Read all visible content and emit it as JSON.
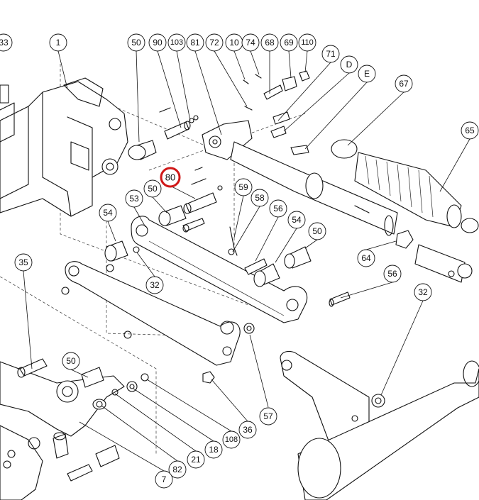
{
  "callouts": [
    {
      "id": "c33a",
      "label": "33"
    },
    {
      "id": "c1",
      "label": "1"
    },
    {
      "id": "c50a",
      "label": "50"
    },
    {
      "id": "c90",
      "label": "90"
    },
    {
      "id": "c103",
      "label": "103"
    },
    {
      "id": "c81",
      "label": "81"
    },
    {
      "id": "c72",
      "label": "72"
    },
    {
      "id": "c10",
      "label": "10"
    },
    {
      "id": "c74",
      "label": "74"
    },
    {
      "id": "c68",
      "label": "68"
    },
    {
      "id": "c69",
      "label": "69"
    },
    {
      "id": "c110",
      "label": "110"
    },
    {
      "id": "c71",
      "label": "71"
    },
    {
      "id": "cD",
      "label": "D"
    },
    {
      "id": "cE",
      "label": "E"
    },
    {
      "id": "c67",
      "label": "67"
    },
    {
      "id": "c65",
      "label": "65"
    },
    {
      "id": "c80",
      "label": "80",
      "highlight": true
    },
    {
      "id": "c50b",
      "label": "50"
    },
    {
      "id": "c59",
      "label": "59"
    },
    {
      "id": "c53",
      "label": "53"
    },
    {
      "id": "c58",
      "label": "58"
    },
    {
      "id": "c56a",
      "label": "56"
    },
    {
      "id": "c54a",
      "label": "54"
    },
    {
      "id": "c54b",
      "label": "54"
    },
    {
      "id": "c50c",
      "label": "50"
    },
    {
      "id": "c64",
      "label": "64"
    },
    {
      "id": "c56b",
      "label": "56"
    },
    {
      "id": "c32a",
      "label": "32"
    },
    {
      "id": "c35",
      "label": "35"
    },
    {
      "id": "c32b",
      "label": "32"
    },
    {
      "id": "c50d",
      "label": "50"
    },
    {
      "id": "c57",
      "label": "57"
    },
    {
      "id": "c36",
      "label": "36"
    },
    {
      "id": "c108",
      "label": "108"
    },
    {
      "id": "c18",
      "label": "18"
    },
    {
      "id": "c21",
      "label": "21"
    },
    {
      "id": "c82",
      "label": "82"
    },
    {
      "id": "c7",
      "label": "7"
    }
  ],
  "colors": {
    "line": "#111111",
    "highlight": "#d01818",
    "background": "#ffffff"
  }
}
